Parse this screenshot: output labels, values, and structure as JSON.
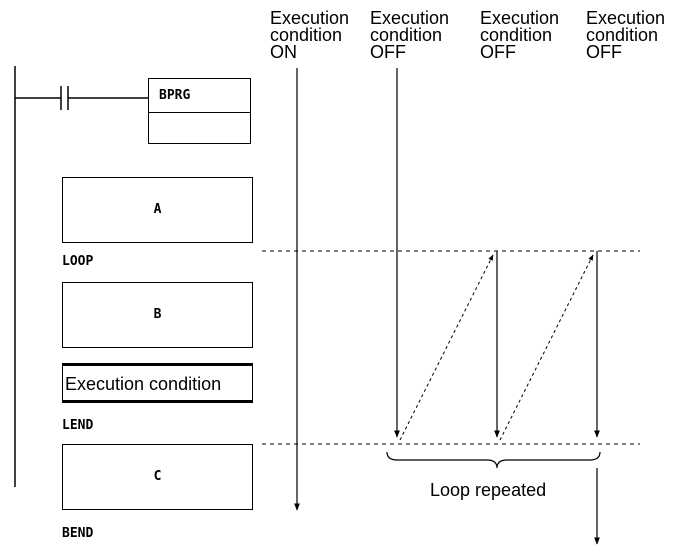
{
  "columns": [
    {
      "line1": "Execution",
      "line2": "condition",
      "line3": "ON"
    },
    {
      "line1": "Execution",
      "line2": "condition",
      "line3": "OFF"
    },
    {
      "line1": "Execution",
      "line2": "condition",
      "line3": "OFF"
    },
    {
      "line1": "Execution",
      "line2": "condition",
      "line3": "OFF"
    }
  ],
  "instruction": "BPRG",
  "blocks": {
    "a": "A",
    "b": "B",
    "c": "C"
  },
  "condition_box": "Execution condition",
  "labels": {
    "loop": "LOOP",
    "lend": "LEND",
    "bend": "BEND"
  },
  "loop_repeated": "Loop repeated"
}
